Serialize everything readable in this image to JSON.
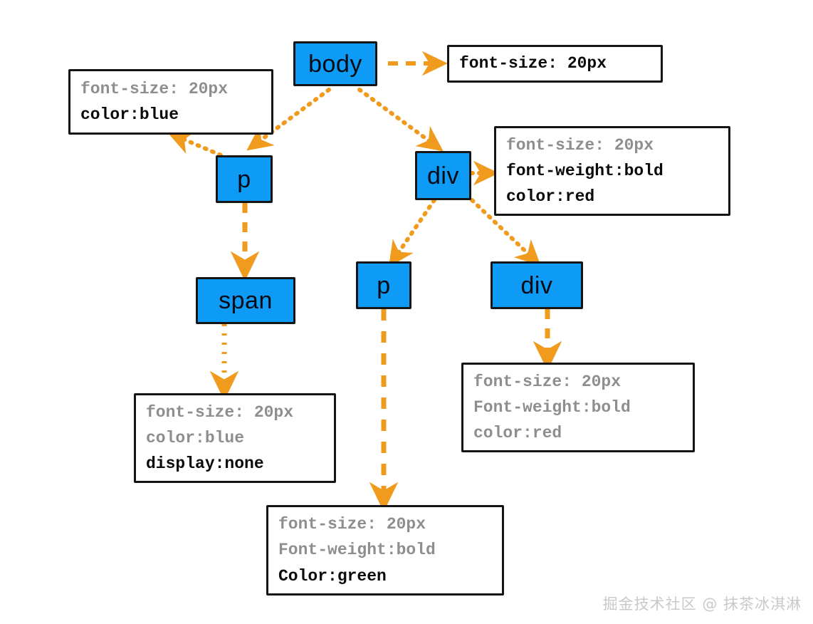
{
  "diagram": {
    "title": "CSS inheritance tree",
    "colors": {
      "node_fill": "#0d9bf5",
      "node_stroke": "#151515",
      "edge": "#f09a1e",
      "muted_text": "#8e8e8e",
      "strong_text": "#0a0a0a",
      "watermark": "#c9c9c9"
    },
    "nodes": [
      {
        "id": "body",
        "label": "body"
      },
      {
        "id": "p1",
        "label": "p"
      },
      {
        "id": "div1",
        "label": "div"
      },
      {
        "id": "span1",
        "label": "span"
      },
      {
        "id": "p2",
        "label": "p"
      },
      {
        "id": "div2",
        "label": "div"
      }
    ],
    "boxes": [
      {
        "id": "box-body",
        "lines": [
          {
            "text": "font-size: 20px",
            "style": "strong"
          }
        ]
      },
      {
        "id": "box-p1",
        "lines": [
          {
            "text": "font-size: 20px",
            "style": "muted"
          },
          {
            "text": "color:blue",
            "style": "strong"
          }
        ]
      },
      {
        "id": "box-div1",
        "lines": [
          {
            "text": "font-size: 20px",
            "style": "muted"
          },
          {
            "text": "font-weight:bold",
            "style": "strong"
          },
          {
            "text": "color:red",
            "style": "strong"
          }
        ]
      },
      {
        "id": "box-span1",
        "lines": [
          {
            "text": "font-size: 20px",
            "style": "muted"
          },
          {
            "text": "color:blue",
            "style": "muted"
          },
          {
            "text": "display:none",
            "style": "strong"
          }
        ]
      },
      {
        "id": "box-div2",
        "lines": [
          {
            "text": "font-size: 20px",
            "style": "muted"
          },
          {
            "text": "Font-weight:bold",
            "style": "muted"
          },
          {
            "text": "color:red",
            "style": "muted"
          }
        ]
      },
      {
        "id": "box-p2",
        "lines": [
          {
            "text": "font-size: 20px",
            "style": "muted"
          },
          {
            "text": "Font-weight:bold",
            "style": "muted"
          },
          {
            "text": "Color:green",
            "style": "strong"
          }
        ]
      }
    ],
    "watermark": "掘金技术社区 @ 抹茶冰淇淋"
  }
}
